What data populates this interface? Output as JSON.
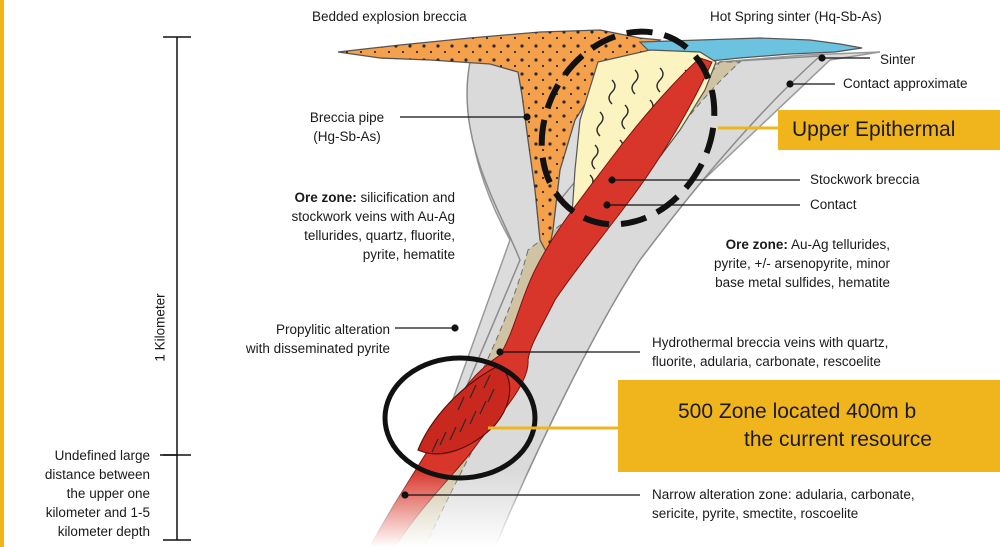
{
  "labels": {
    "bedded_breccia": "Bedded explosion breccia",
    "hot_spring": "Hot Spring sinter (Hq-Sb-As)",
    "sinter": "Sinter",
    "contact_approx": "Contact approximate",
    "breccia_pipe_1": "Breccia pipe",
    "breccia_pipe_2": "(Hg-Sb-As)",
    "ore_zone_upper_bold": "Ore zone:",
    "ore_zone_upper_1": " silicification and",
    "ore_zone_upper_2": "stockwork veins with Au-Ag",
    "ore_zone_upper_3": "tellurides, quartz, fluorite,",
    "ore_zone_upper_4": "pyrite, hematite",
    "stockwork_breccia": "Stockwork breccia",
    "contact": "Contact",
    "ore_zone_lower_bold": "Ore zone:",
    "ore_zone_lower_1": " Au-Ag tellurides,",
    "ore_zone_lower_2": "pyrite, +/- arsenopyrite, minor",
    "ore_zone_lower_3": "base metal sulfides, hematite",
    "propylitic_1": "Propylitic alteration",
    "propylitic_2": "with disseminated pyrite",
    "hydrothermal_1": "Hydrothermal breccia veins with quartz,",
    "hydrothermal_2": "fluorite, adularia, carbonate, rescoelite",
    "narrow_1": "Narrow alteration zone: adularia, carbonate,",
    "narrow_2": "sericite, pyrite, smectite, roscoelite",
    "undefined_1": "Undefined large",
    "undefined_2": "distance between",
    "undefined_3": "the upper one",
    "undefined_4": "kilometer and 1-5",
    "undefined_5": "kilometer depth",
    "scale": "1 Kilometer"
  },
  "callouts": {
    "upper": "Upper Epithermal",
    "zone500_1": "500 Zone located 400m b",
    "zone500_2": "the current resource"
  },
  "colors": {
    "accent": "#f0b51d",
    "breccia_orange": "#f5a04a",
    "sinter_blue": "#6cc3df",
    "stockwork_yellow": "#fbf3c0",
    "vein_red": "#d9362b",
    "host_gray": "#dcdcdc",
    "alteration_tan": "#cfc3a3"
  }
}
